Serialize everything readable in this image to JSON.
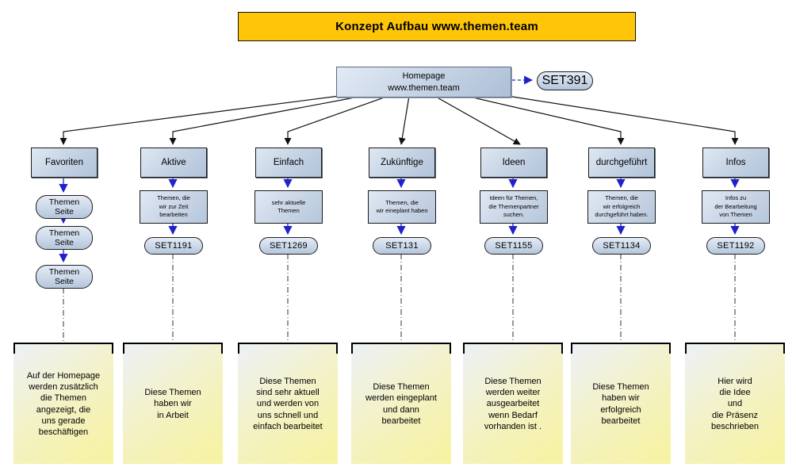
{
  "title": "Konzept Aufbau www.themen.team",
  "homepage": {
    "lines": [
      "Homepage",
      "www.themen.team"
    ],
    "set_code": "SET391"
  },
  "branches": [
    {
      "label": "Favoriten",
      "pages": [
        [
          "Themen",
          "Seite"
        ],
        [
          "Themen",
          "Seite"
        ],
        [
          "Themen",
          "Seite"
        ]
      ],
      "note_lines": [
        "Auf der Homepage",
        "werden zusätzlich",
        "die Themen",
        "angezeigt, die",
        "uns gerade",
        "beschäftigen"
      ]
    },
    {
      "label": "Aktive",
      "sub_lines": [
        "Themen, die",
        "wir zur Zeit",
        "bearbeiten"
      ],
      "set_code": "SET1191",
      "note_lines": [
        "Diese Themen",
        "haben wir",
        "in Arbeit"
      ]
    },
    {
      "label": "Einfach",
      "sub_lines": [
        "sehr aktuelle",
        "Themen"
      ],
      "set_code": "SET1269",
      "note_lines": [
        "Diese Themen",
        "sind sehr aktuell",
        "und werden von",
        "uns schnell und",
        "einfach  bearbeitet"
      ]
    },
    {
      "label": "Zukünftige",
      "sub_lines": [
        "Themen, die",
        "wir eineplant haben"
      ],
      "set_code": "SET131",
      "note_lines": [
        "Diese Themen",
        "werden eingeplant",
        "und dann",
        "bearbeitet"
      ]
    },
    {
      "label": "Ideen",
      "sub_lines": [
        "Ideen für Themen,",
        "die Themenpartner",
        "suchen."
      ],
      "set_code": "SET1155",
      "note_lines": [
        "Diese Themen",
        "werden weiter",
        "ausgearbeitet",
        "wenn Bedarf",
        "vorhanden ist ."
      ]
    },
    {
      "label": "durchgeführt",
      "sub_lines": [
        "Themen, die",
        "wir erfolgreich",
        "durchgeführt haben."
      ],
      "set_code": "SET1134",
      "note_lines": [
        "Diese Themen",
        "haben wir",
        "erfolgreich",
        "bearbeitet"
      ]
    },
    {
      "label": "Infos",
      "sub_lines": [
        "Infos zu",
        "der Bearbeitung",
        "von Themen"
      ],
      "set_code": "SET1192",
      "note_lines": [
        "Hier wird",
        "die Idee",
        "und",
        "die Präsenz",
        "beschrieben"
      ]
    }
  ],
  "colors": {
    "title_bg": "#ffc609",
    "node_fill_light": "#e2eaf5",
    "node_fill_dark": "#aebfd6",
    "blue_arrow": "#2121cc",
    "black_arrow": "#111111",
    "note_yellow": "#f7f3a0"
  }
}
